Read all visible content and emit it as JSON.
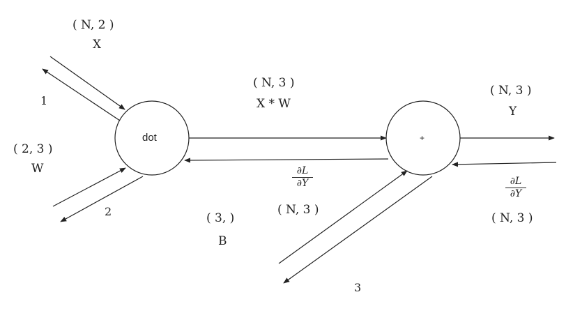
{
  "diagram": {
    "inputs": {
      "x_shape": "( N, 2 )",
      "x_name": "X",
      "w_shape": "( 2, 3 )",
      "w_name": "W",
      "b_shape": "( 3, )",
      "b_name": "B"
    },
    "edges": {
      "xw_shape": "( N, 3 )",
      "xw_name": "X * W",
      "y_shape": "( N, 3 )",
      "y_name": "Y",
      "grad_mid_shape": "( N, 3 )",
      "grad_right_shape": "( N, 3 )"
    },
    "nodes": {
      "dot": "dot",
      "add": "+"
    },
    "gradient": {
      "numerator": "∂L",
      "denominator": "∂Y"
    },
    "backward_steps": {
      "step1": "1",
      "step2": "2",
      "step3": "3"
    },
    "colors": {
      "stroke": "#222222",
      "background": "#ffffff"
    }
  }
}
